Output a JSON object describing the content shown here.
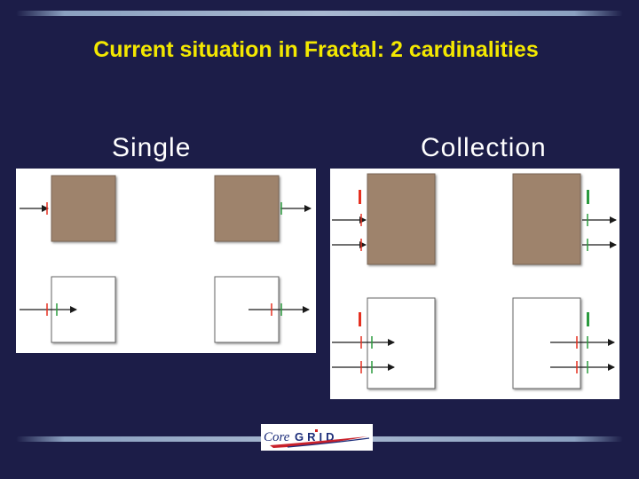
{
  "title": "Current situation in Fractal: 2 cardinalities",
  "labels": {
    "single": "Single",
    "collection": "Collection"
  },
  "logo": {
    "text": "CoreGRID"
  },
  "colors": {
    "background": "#1c1d48",
    "title": "#f3e800",
    "component_fill": "#9e836c",
    "client_interface": "#e53020",
    "server_interface": "#2a9a3e",
    "arrow": "#1a1a1a"
  }
}
